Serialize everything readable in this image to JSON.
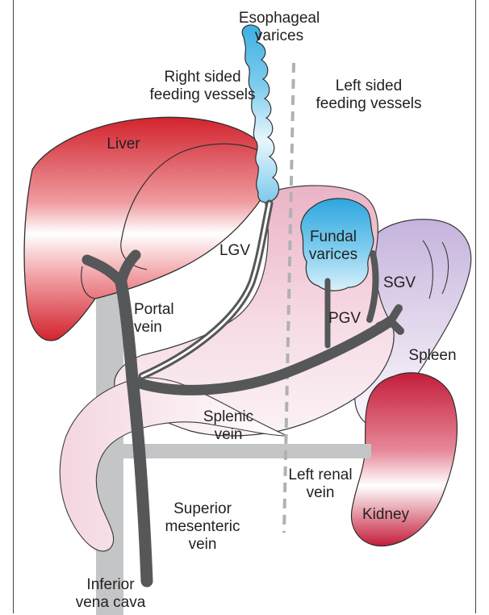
{
  "labels": {
    "esophageal_varices": [
      "Esophageal",
      "varices"
    ],
    "right_sided": [
      "Right sided",
      "feeding vessels"
    ],
    "left_sided": [
      "Left sided",
      "feeding vessels"
    ],
    "liver": "Liver",
    "fundal_varices": [
      "Fundal",
      "varices"
    ],
    "lgv": "LGV",
    "sgv": "SGV",
    "pgv": "PGV",
    "portal_vein": [
      "Portal",
      "vein"
    ],
    "spleen": "Spleen",
    "splenic_vein": [
      "Splenic",
      "vein"
    ],
    "left_renal_vein": [
      "Left renal",
      "vein"
    ],
    "kidney": "Kidney",
    "superior_mesenteric_vein": [
      "Superior",
      "mesenteric",
      "vein"
    ],
    "inferior_vena_cava": [
      "Inferior",
      "vena cava"
    ]
  },
  "colors": {
    "liver_red": "#d42a34",
    "stomach_pink": "#f0c6d4",
    "spleen_purple": "#c9b8de",
    "varices_blue": "#43b3e3",
    "vein_dark": "#555759",
    "ivc_gray": "#c4c5c7",
    "dashed_line": "#b0b1b3"
  }
}
